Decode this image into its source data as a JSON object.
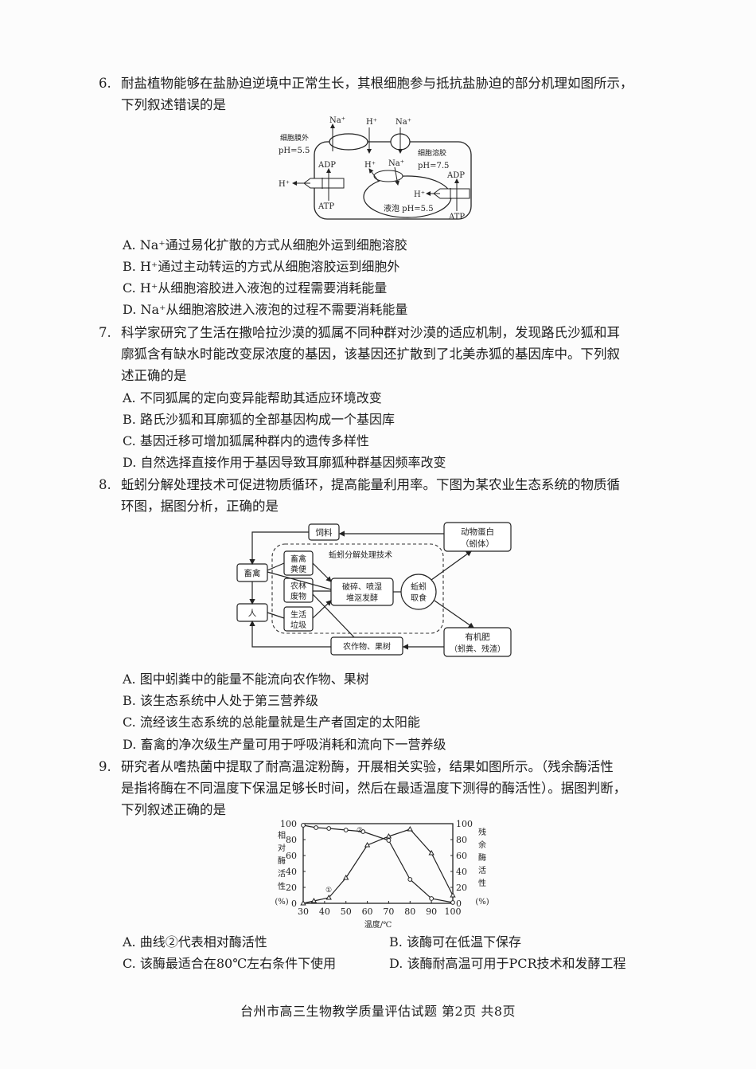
{
  "questions": [
    {
      "number": "6.",
      "stem_line1": "耐盐植物能够在盐胁迫逆境中正常生长，其根细胞参与抵抗盐胁迫的部分机理如图所示，",
      "stem_line2": "下列叙述错误的是",
      "figure": {
        "outside_label": "细胞膜外",
        "outside_ph": "pH=5.5",
        "cytosol_label": "细胞溶胶",
        "cytosol_ph": "pH=7.5",
        "vacuole_label": "液泡 pH=5.5",
        "ions": {
          "na": "Na⁺",
          "h": "H⁺"
        },
        "adp": "ADP",
        "atp": "ATP"
      },
      "options": [
        {
          "label": "A.",
          "text": "Na⁺通过易化扩散的方式从细胞外运到细胞溶胶"
        },
        {
          "label": "B.",
          "text": "H⁺通过主动转运的方式从细胞溶胶运到细胞外"
        },
        {
          "label": "C.",
          "text": "H⁺从细胞溶胶进入液泡的过程需要消耗能量"
        },
        {
          "label": "D.",
          "text": "Na⁺从细胞溶胶进入液泡的过程不需要消耗能量"
        }
      ]
    },
    {
      "number": "7.",
      "stem_line1": "科学家研究了生活在撒哈拉沙漠的狐属不同种群对沙漠的适应机制，发现路氏沙狐和耳",
      "stem_line2": "廓狐含有缺水时能改变尿浓度的基因，该基因还扩散到了北美赤狐的基因库中。下列叙",
      "stem_line3": "述正确的是",
      "options": [
        {
          "label": "A.",
          "text": "不同狐属的定向变异能帮助其适应环境改变"
        },
        {
          "label": "B.",
          "text": "路氏沙狐和耳廓狐的全部基因构成一个基因库"
        },
        {
          "label": "C.",
          "text": "基因迁移可增加狐属种群内的遗传多样性"
        },
        {
          "label": "D.",
          "text": "自然选择直接作用于基因导致耳廓狐种群基因频率改变"
        }
      ]
    },
    {
      "number": "8.",
      "stem_line1": "蚯蚓分解处理技术可促进物质循环，提高能量利用率。下图为某农业生态系统的物质循",
      "stem_line2": "环图，据图分析，正确的是",
      "figure": {
        "feed": "饲料",
        "animal_protein_1": "动物蛋白",
        "animal_protein_2": "（蚓体）",
        "tech_title": "蚯蚓分解处理技术",
        "livestock": "畜禽",
        "human": "人",
        "manure_1": "畜禽",
        "manure_2": "粪便",
        "waste_1": "农林",
        "waste_2": "废物",
        "garbage_1": "生活",
        "garbage_2": "垃圾",
        "process_1": "破碎、喷湿",
        "process_2": "堆沤发酵",
        "worm_1": "蚯蚓",
        "worm_2": "取食",
        "crops": "农作物、果树",
        "fertilizer_1": "有机肥",
        "fertilizer_2": "（蚓粪、残渣）"
      },
      "options": [
        {
          "label": "A.",
          "text": "图中蚓粪中的能量不能流向农作物、果树"
        },
        {
          "label": "B.",
          "text": "该生态系统中人处于第三营养级"
        },
        {
          "label": "C.",
          "text": "流经该生态系统的总能量就是生产者固定的太阳能"
        },
        {
          "label": "D.",
          "text": "畜禽的净次级生产量可用于呼吸消耗和流向下一营养级"
        }
      ]
    },
    {
      "number": "9.",
      "stem_line1": "研究者从嗜热菌中提取了耐高温淀粉酶，开展相关实验，结果如图所示。（残余酶活性",
      "stem_line2": "是指将酶在不同温度下保温足够长时间，然后在最适温度下测得的酶活性）。据图判断，",
      "stem_line3": "下列叙述正确的是",
      "options": [
        {
          "label": "A.",
          "text": "曲线②代表相对酶活性"
        },
        {
          "label": "B.",
          "text": "该酶可在低温下保存"
        },
        {
          "label": "C.",
          "text": "该酶最适合在80℃左右条件下使用"
        },
        {
          "label": "D.",
          "text": "该酶耐高温可用于PCR技术和发酵工程"
        }
      ]
    }
  ],
  "chart_data": {
    "type": "line",
    "title": "",
    "xlabel": "温度/℃",
    "ylabel_left": "相对酶活性(%)",
    "ylabel_right": "残余酶活性(%)",
    "x_ticks": [
      30,
      40,
      50,
      60,
      70,
      80,
      90,
      100
    ],
    "y_ticks": [
      0,
      20,
      40,
      60,
      80,
      100
    ],
    "xlim": [
      30,
      100
    ],
    "ylim": [
      0,
      100
    ],
    "grid": false,
    "series": [
      {
        "name": "①",
        "marker": "triangle",
        "x": [
          30,
          35,
          42,
          50,
          60,
          70,
          80,
          90,
          100
        ],
        "values": [
          0,
          3,
          7,
          32,
          73,
          84,
          93,
          63,
          10
        ]
      },
      {
        "name": "②",
        "marker": "circle",
        "x": [
          30,
          36,
          42,
          50,
          58,
          70,
          80,
          90,
          100
        ],
        "values": [
          98,
          95,
          94,
          92,
          90,
          79,
          30,
          6,
          1
        ]
      }
    ],
    "annotations": [
      "①",
      "②"
    ]
  },
  "footer": {
    "text": "台州市高三生物教学质量评估试题  第2页  共8页"
  }
}
